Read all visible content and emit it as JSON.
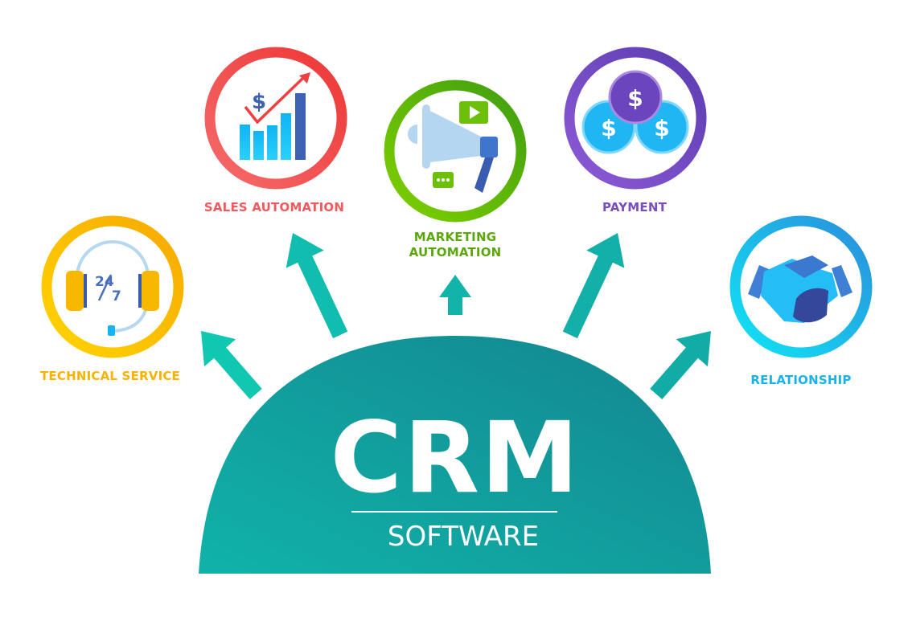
{
  "center": {
    "title": "CRM",
    "subtitle": "SOFTWARE"
  },
  "features": [
    {
      "label": "TECHNICAL SERVICE",
      "icon": "headset-24-7-icon",
      "color": "#f9b200"
    },
    {
      "label": "SALES AUTOMATION",
      "icon": "sales-chart-icon",
      "color": "#ef4d52"
    },
    {
      "label": "MARKETING",
      "label2": "AUTOMATION",
      "icon": "megaphone-icon",
      "color": "#5fae0c"
    },
    {
      "label": "PAYMENT",
      "icon": "coins-icon",
      "color": "#7a4dbf"
    },
    {
      "label": "RELATIONSHIP",
      "icon": "handshake-icon",
      "color": "#1ab2ec"
    }
  ],
  "icon_text": {
    "hours": "24",
    "days": "7",
    "dollar": "$"
  },
  "colors": {
    "dome": "#12999e",
    "arrow": "#12bfae"
  }
}
